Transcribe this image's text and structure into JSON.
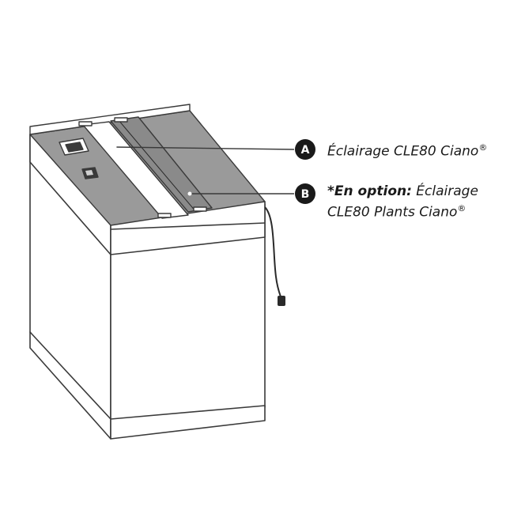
{
  "callouts": [
    {
      "letter": "A",
      "text": "Éclairage CLE80 Ciano",
      "suffix": "®"
    },
    {
      "letter": "B",
      "prefix_bold": "*En option:",
      "text_line1": " Éclairage",
      "text_line2": "CLE80 Plants Ciano",
      "suffix": "®"
    }
  ],
  "colors": {
    "stroke": "#3a3a3a",
    "lid": "#9a9a9a",
    "lid_dark": "#7d7d7d",
    "badge": "#1a1a1a"
  }
}
